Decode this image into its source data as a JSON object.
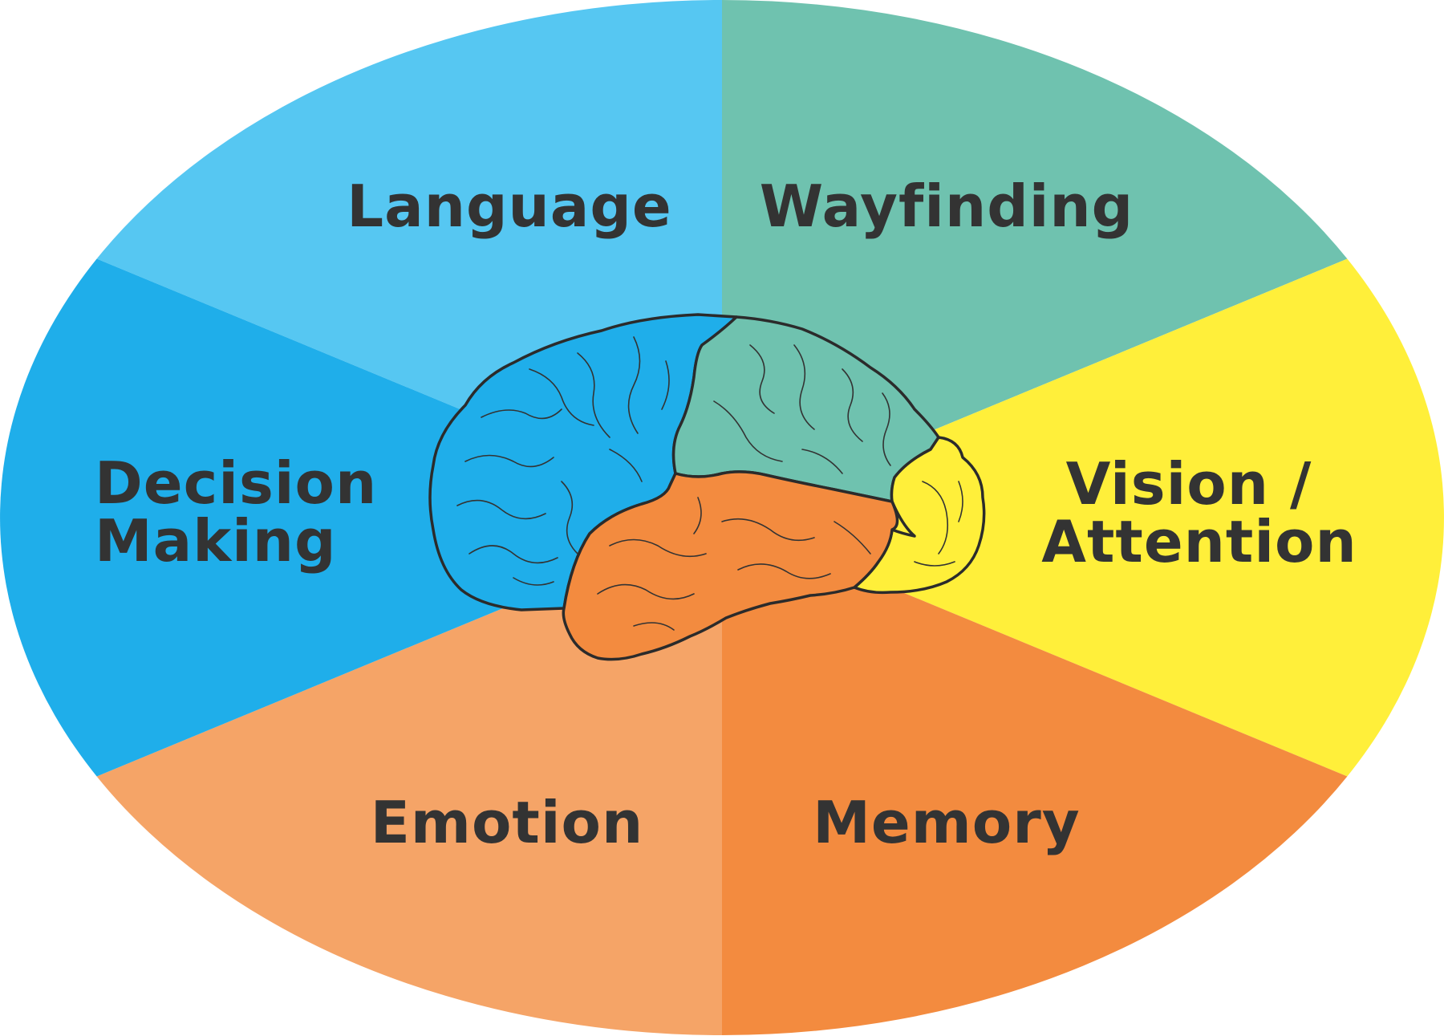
{
  "segments": [
    {
      "id": "language",
      "label_lines": [
        "Language"
      ],
      "color": "#56C7F2"
    },
    {
      "id": "wayfinding",
      "label_lines": [
        "Wayfinding"
      ],
      "color": "#6FC2AF"
    },
    {
      "id": "vision",
      "label_lines": [
        "Vision /",
        "Attention"
      ],
      "color": "#FFEF3A"
    },
    {
      "id": "memory",
      "label_lines": [
        "Memory"
      ],
      "color": "#F38B3F"
    },
    {
      "id": "emotion",
      "label_lines": [
        "Emotion"
      ],
      "color": "#F5A467"
    },
    {
      "id": "decision",
      "label_lines": [
        "Decision",
        "Making"
      ],
      "color": "#1FAEEA"
    }
  ],
  "brain": {
    "frontal_color": "#1FAEEA",
    "parietal_color": "#6FC2AF",
    "temporal_color": "#F38B3F",
    "occipital_color": "#FFEF3A",
    "outline_color": "#2B2B2B"
  },
  "label_color": "#333333"
}
